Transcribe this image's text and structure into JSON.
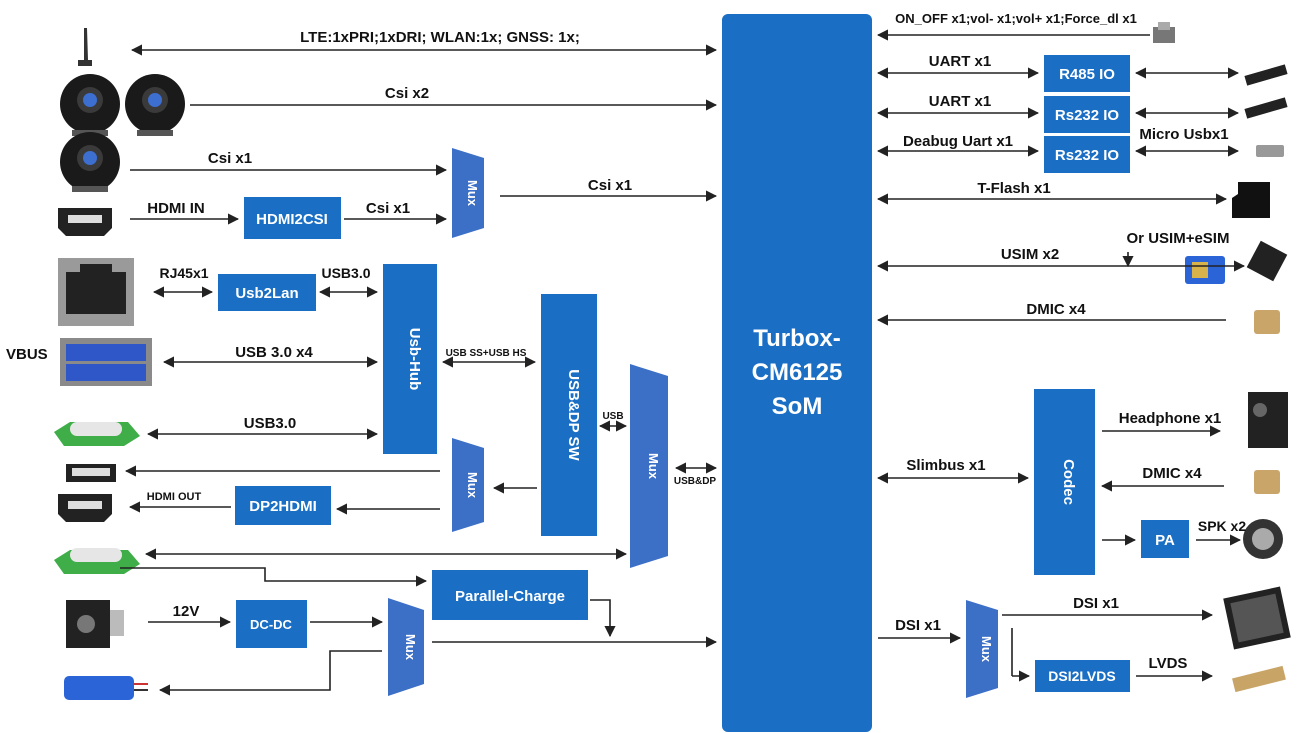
{
  "blocks": {
    "som_line1": "Turbox-",
    "som_line2": "CM6125",
    "som_line3": "SoM",
    "hdmi2csi": "HDMI2CSI",
    "usb2lan": "Usb2Lan",
    "usb_hub": "Usb-Hub",
    "usb_dp_sw": "USB&DP SW",
    "mux": "Mux",
    "dp2hdmi": "DP2HDMI",
    "parallel_charge": "Parallel-Charge",
    "dc_dc": "DC-DC",
    "r485_io": "R485 IO",
    "rs232_io": "Rs232 IO",
    "codec": "Codec",
    "pa": "PA",
    "dsi2lvds": "DSI2LVDS"
  },
  "labels": {
    "lte": "LTE:1xPRI;1xDRI;   WLAN:1x;   GNSS: 1x;",
    "csi_x2": "Csi x2",
    "csi_x1": "Csi x1",
    "hdmi_in": "HDMI IN",
    "rj45": "RJ45x1",
    "usb30": "USB3.0",
    "vbus": "VBUS",
    "usb30_x4": "USB 3.0 x4",
    "usb_ss_hs": "USB SS+USB HS",
    "usb": "USB",
    "usb_dp": "USB&DP",
    "hdmi_out": "HDMI OUT",
    "v12": "12V",
    "on_off": "ON_OFF x1;vol- x1;vol+ x1;Force_dl x1",
    "uart_x1": "UART x1",
    "debug_uart": "Deabug Uart x1",
    "micro_usb": "Micro Usbx1",
    "tflash": "T-Flash x1",
    "or_usim": "Or USIM+eSIM",
    "usim_x2": "USIM x2",
    "dmic_x4": "DMIC x4",
    "headphone": "Headphone x1",
    "slimbus": "Slimbus x1",
    "spk": "SPK x2",
    "dsi_x1": "DSI x1",
    "lvds": "LVDS"
  },
  "colors": {
    "block": "#1a6fc4",
    "mux": "#3c6fc6",
    "line": "#222222"
  }
}
